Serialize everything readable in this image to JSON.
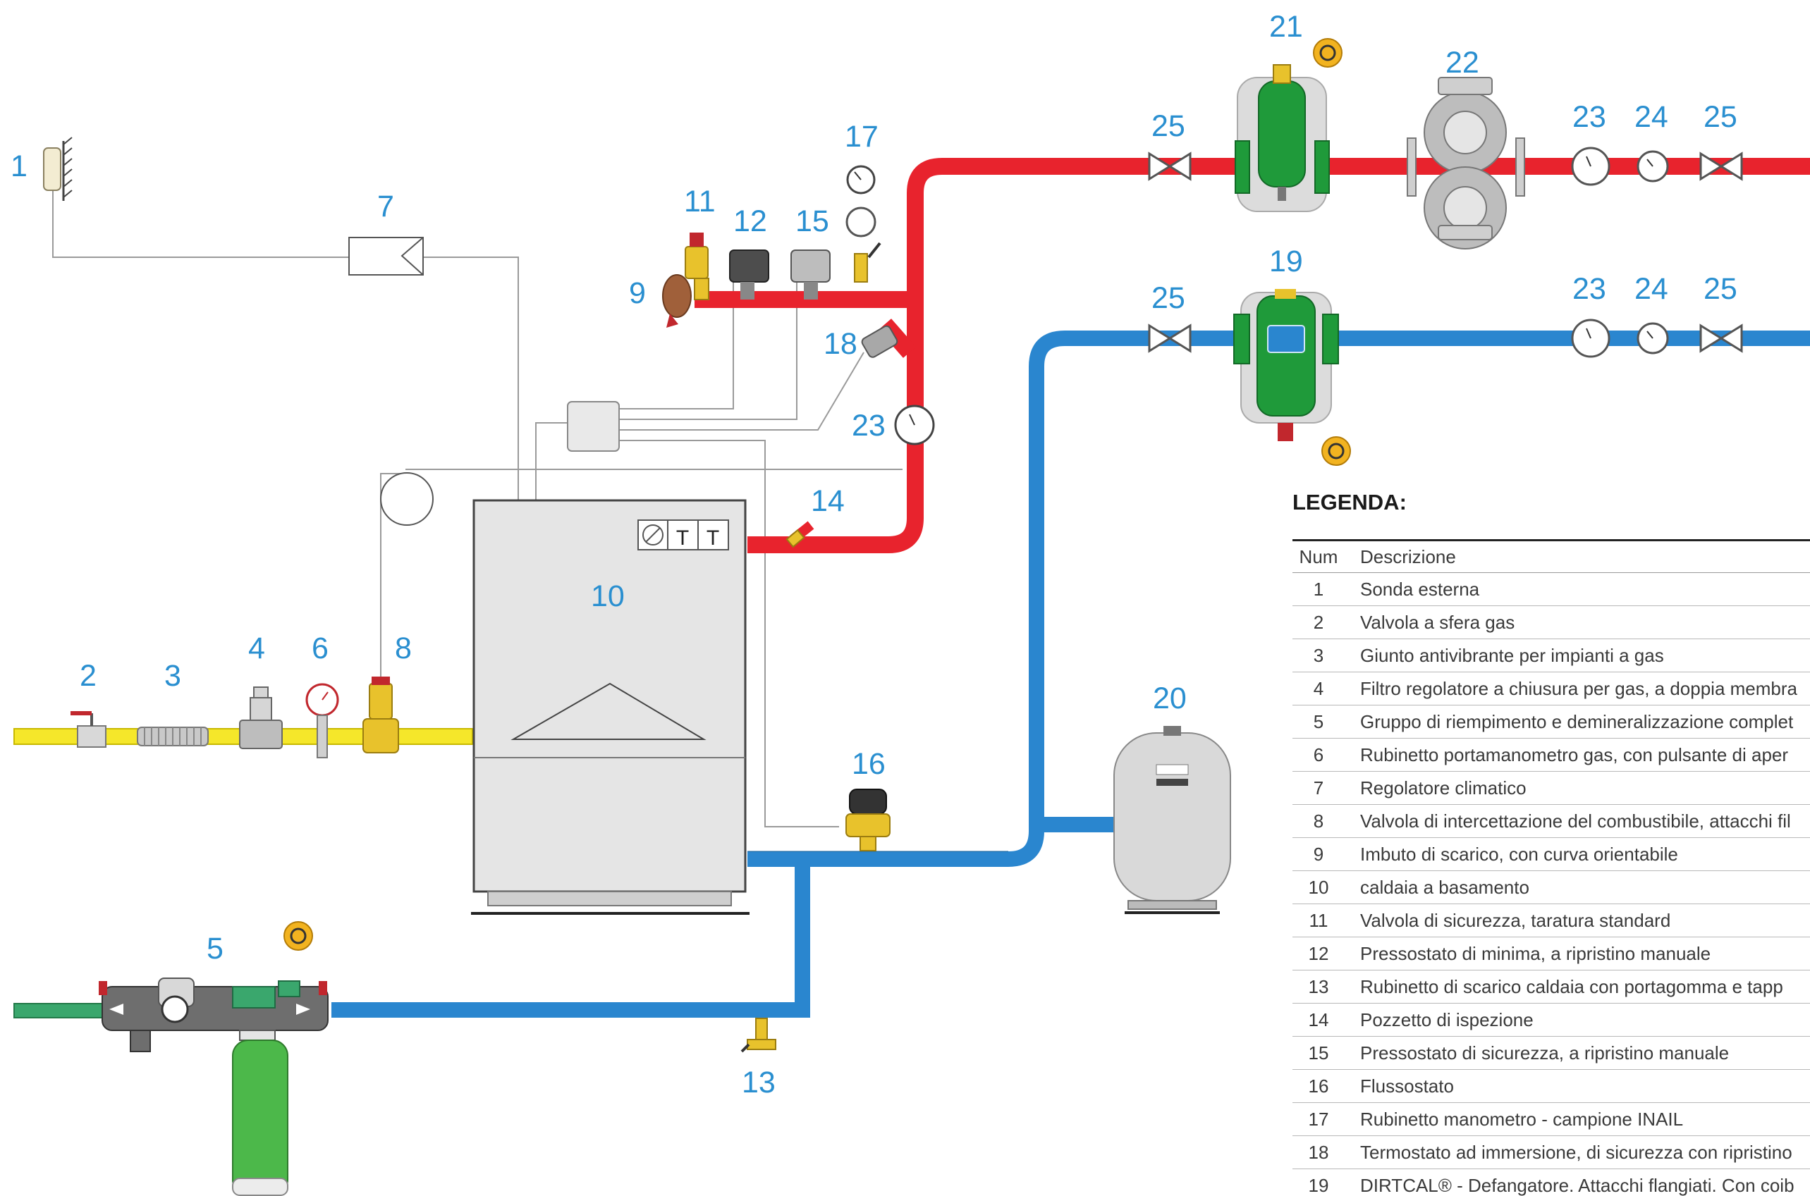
{
  "labels": {
    "n1": "1",
    "n2": "2",
    "n3": "3",
    "n4": "4",
    "n5": "5",
    "n6": "6",
    "n7": "7",
    "n8": "8",
    "n9": "9",
    "n10": "10",
    "n11": "11",
    "n12": "12",
    "n13": "13",
    "n14": "14",
    "n15": "15",
    "n16": "16",
    "n17": "17",
    "n18": "18",
    "n19": "19",
    "n20": "20",
    "n21": "21",
    "n22": "22",
    "n23a": "23",
    "n24a": "24",
    "n25a": "25",
    "n23b": "23",
    "n24b": "24",
    "n25b": "25",
    "n25c": "25",
    "n25d": "25",
    "n23c": "23"
  },
  "boiler_panel": {
    "t1": "T",
    "t2": "T"
  },
  "legend": {
    "title": "LEGENDA:",
    "header_num": "Num",
    "header_desc": "Descrizione",
    "rows": [
      {
        "num": "1",
        "desc": "Sonda esterna"
      },
      {
        "num": "2",
        "desc": "Valvola a sfera gas"
      },
      {
        "num": "3",
        "desc": "Giunto antivibrante per impianti a gas"
      },
      {
        "num": "4",
        "desc": "Filtro regolatore a chiusura per gas, a doppia membra"
      },
      {
        "num": "5",
        "desc": "Gruppo di riempimento e demineralizzazione complet"
      },
      {
        "num": "6",
        "desc": "Rubinetto portamanometro gas, con pulsante di aper"
      },
      {
        "num": "7",
        "desc": "Regolatore climatico"
      },
      {
        "num": "8",
        "desc": "Valvola di intercettazione del combustibile, attacchi fil"
      },
      {
        "num": "9",
        "desc": "Imbuto di scarico, con curva orientabile"
      },
      {
        "num": "10",
        "desc": "caldaia a basamento"
      },
      {
        "num": "11",
        "desc": "Valvola di sicurezza, taratura standard"
      },
      {
        "num": "12",
        "desc": "Pressostato di minima, a ripristino manuale"
      },
      {
        "num": "13",
        "desc": "Rubinetto di scarico caldaia con portagomma e tapp"
      },
      {
        "num": "14",
        "desc": "Pozzetto di ispezione"
      },
      {
        "num": "15",
        "desc": "Pressostato di sicurezza, a ripristino manuale"
      },
      {
        "num": "16",
        "desc": "Flussostato"
      },
      {
        "num": "17",
        "desc": "Rubinetto manometro - campione INAIL"
      },
      {
        "num": "18",
        "desc": "Termostato ad immersione, di sicurezza con ripristino"
      },
      {
        "num": "19",
        "desc": "DIRTCAL® - Defangatore. Attacchi flangiati. Con coib"
      }
    ]
  },
  "colors": {
    "supply_pipe": "#e8232d",
    "return_pipe": "#2a86cf",
    "gas_pipe": "#f5e72a",
    "inlet_pipe": "#3aa76d",
    "component_green": "#1f9a3a",
    "label_blue": "#2a8fd0",
    "insulation_badge": "#f2b320"
  },
  "icons": {
    "insulation": "recycle-badge-icon",
    "gauge": "gauge-icon",
    "valve": "gate-valve-icon"
  }
}
